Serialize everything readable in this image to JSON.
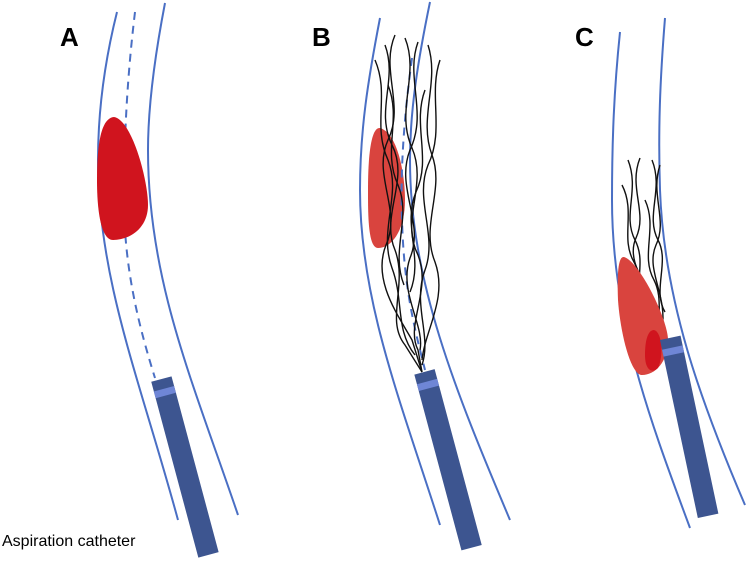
{
  "panels": [
    {
      "label": "A"
    },
    {
      "label": "B"
    },
    {
      "label": "C"
    }
  ],
  "caption": "Aspiration catheter",
  "colors": {
    "vessel_wall": "#4a6fc4",
    "guidewire": "#4a6fc4",
    "thrombus_dark": "#d0141e",
    "thrombus_light": "#d9443e",
    "catheter": "#3d5590",
    "catheter_band": "#6f86d6",
    "stent": "#111111"
  }
}
